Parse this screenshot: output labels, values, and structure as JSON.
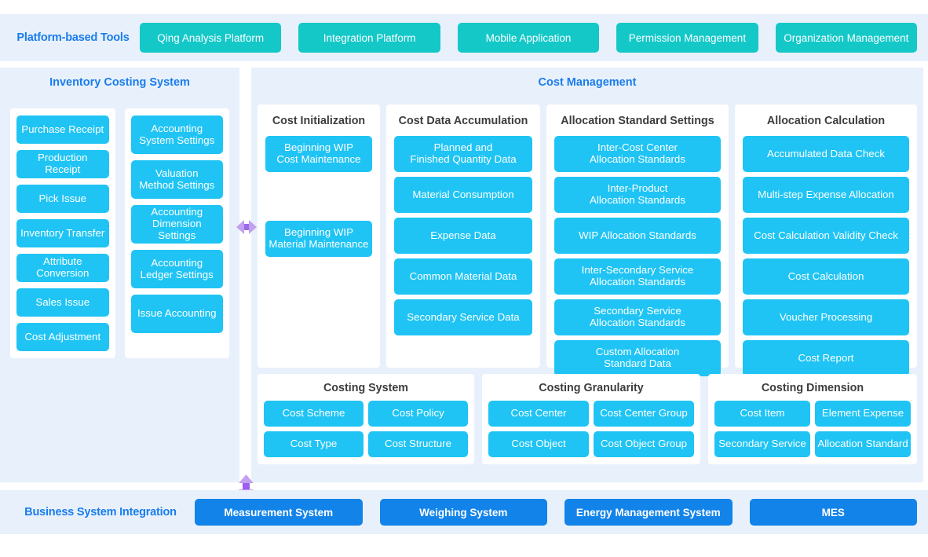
{
  "platform_bar": {
    "title": "Platform-based Tools",
    "items": [
      "Qing Analysis Platform",
      "Integration Platform",
      "Mobile Application",
      "Permission Management",
      "Organization Management"
    ]
  },
  "inventory_section": {
    "title": "Inventory Costing System",
    "column_a": [
      "Purchase Receipt",
      "Production Receipt",
      "Pick Issue",
      "Inventory Transfer",
      "Attribute Conversion",
      "Sales Issue",
      "Cost Adjustment"
    ],
    "column_b": [
      "Accounting\nSystem Settings",
      "Valuation\nMethod Settings",
      "Accounting\nDimension Settings",
      "Accounting\nLedger Settings",
      "Issue Accounting"
    ]
  },
  "cost_section": {
    "title": "Cost Management",
    "columns": [
      {
        "heading": "Cost Initialization",
        "items": [
          "Beginning WIP\nCost Maintenance",
          "Beginning WIP\nMaterial Maintenance"
        ]
      },
      {
        "heading": "Cost Data Accumulation",
        "items": [
          "Planned and\nFinished Quantity Data",
          "Material Consumption",
          "Expense Data",
          "Common Material Data",
          "Secondary Service Data"
        ]
      },
      {
        "heading": "Allocation Standard Settings",
        "items": [
          "Inter-Cost Center\nAllocation Standards",
          "Inter-Product\nAllocation Standards",
          "WIP Allocation Standards",
          "Inter-Secondary Service\nAllocation Standards",
          "Secondary Service\nAllocation Standards",
          "Custom Allocation\nStandard Data"
        ]
      },
      {
        "heading": "Allocation Calculation",
        "items": [
          "Accumulated Data Check",
          "Multi-step Expense Allocation",
          "Cost Calculation Validity Check",
          "Cost Calculation",
          "Voucher Processing",
          "Cost Report"
        ]
      }
    ],
    "bottom_groups": [
      {
        "heading": "Costing System",
        "items": [
          "Cost Scheme",
          "Cost Policy",
          "Cost Type",
          "Cost Structure"
        ]
      },
      {
        "heading": "Costing Granularity",
        "items": [
          "Cost Center",
          "Cost Center Group",
          "Cost Object",
          "Cost Object Group"
        ]
      },
      {
        "heading": "Costing Dimension",
        "items": [
          "Cost Item",
          "Element Expense",
          "Secondary Service",
          "Allocation Standard"
        ]
      }
    ]
  },
  "integration_bar": {
    "title": "Business System Integration",
    "items": [
      "Measurement System",
      "Weighing System",
      "Energy Management System",
      "MES"
    ]
  },
  "colors": {
    "band_background": "#e8f1fb",
    "teal_pill": "#14c8c8",
    "cyan_button": "#1fc4f4",
    "blue_pill": "#1283e8",
    "heading_blue": "#1a7ced",
    "arrow_purple": "#b78cf0"
  }
}
